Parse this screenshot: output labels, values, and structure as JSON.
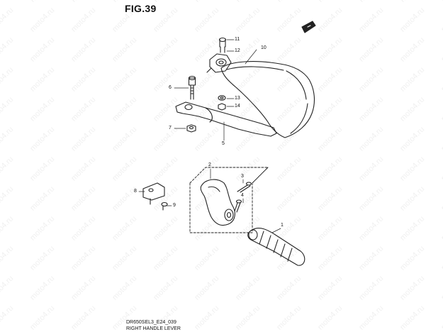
{
  "figure": {
    "title": "FIG.39",
    "model_code": "DR650SEL3_E24_039",
    "caption": "RIGHT HANDLE LEVER"
  },
  "callouts": [
    "1",
    "2",
    "3",
    "4",
    "5",
    "6",
    "7",
    "8",
    "9",
    "10",
    "11",
    "12",
    "13",
    "14"
  ],
  "watermark_text": "moto4.ru",
  "front_arrow_icon": "front-direction-arrow-icon",
  "colors": {
    "line": "#222222",
    "text": "#111111"
  }
}
